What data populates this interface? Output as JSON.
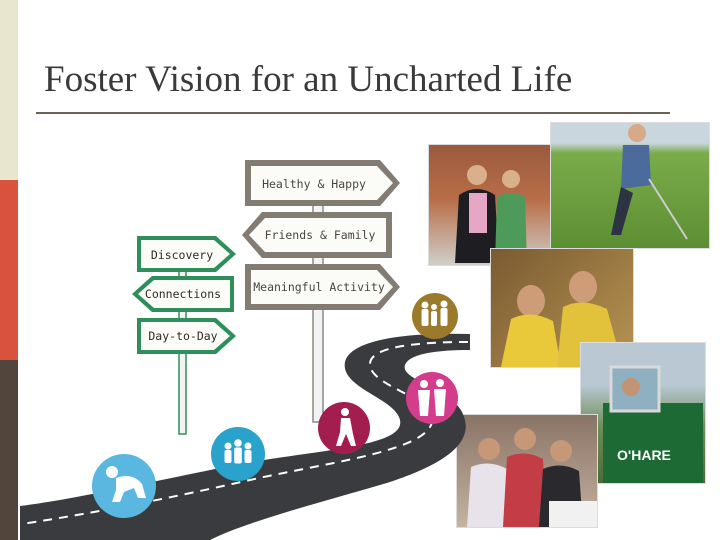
{
  "slide": {
    "title": "Foster Vision for an Uncharted Life"
  },
  "signs": {
    "healthy": "Healthy & Happy",
    "friends": "Friends & Family",
    "meaningful": "Meaningful Activity",
    "discovery": "Discovery",
    "connections": "Connections",
    "day_to_day": "Day-to-Day"
  },
  "photos": {
    "truck_brand": "O'HARE"
  },
  "colors": {
    "strip_top": "#e8e6cf",
    "strip_mid": "#d8523e",
    "strip_bottom": "#52463c",
    "sign_left_border": "#2e8f5a",
    "icon_gold": "#9c7a2c",
    "icon_pink": "#d43d8c",
    "icon_maroon": "#a31e4f",
    "icon_teal": "#2aa3cc",
    "icon_lightblue": "#5ab8e0"
  },
  "icons": [
    "family-group-icon",
    "couple-icon",
    "walking-person-icon",
    "group-icon",
    "crawling-baby-icon"
  ]
}
